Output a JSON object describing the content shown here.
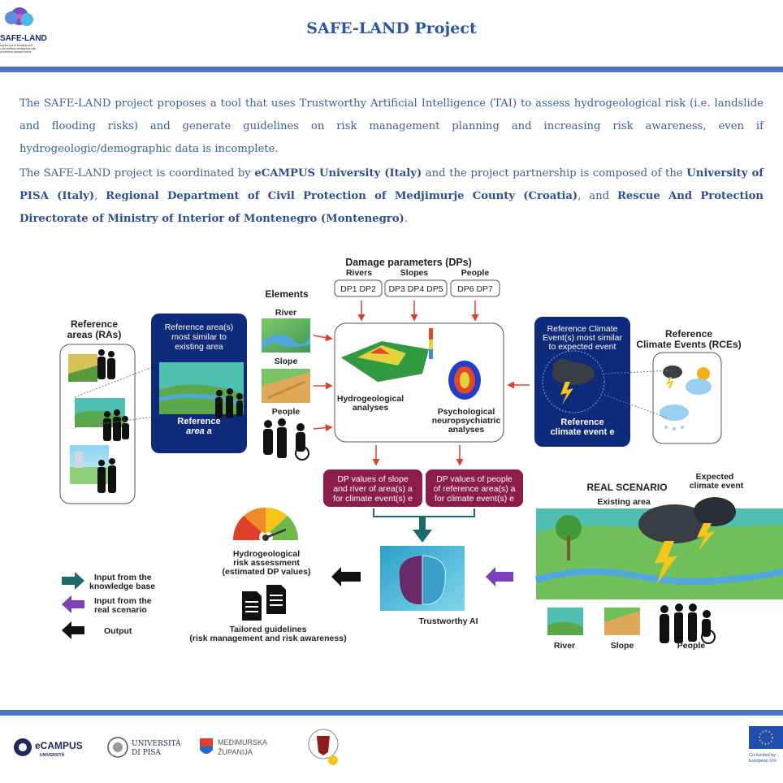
{
  "header": {
    "title": "SAFE-LAND Project",
    "logo_text": "SAFE-LAND",
    "logo_tagline": [
      "ing the risk of flooding and",
      "s via artificial intelligence with",
      "to extreme climate events"
    ]
  },
  "intro": {
    "p1": "The SAFE-LAND project proposes a tool that uses Trustworthy Artificial Intelligence (TAI) to assess hydrogeological risk (i.e. landslide and flooding risks) and generate guidelines on risk management planning and increasing risk awareness, even if hydrogeologic/demographic data is incomplete.",
    "p2_a": "The SAFE-LAND project is coordinated by ",
    "p2_b": "eCAMPUS University (Italy)",
    "p2_c": " and the project partnership is composed of the ",
    "p2_d": "University of PISA (Italy)",
    "p2_e": ", ",
    "p2_f": "Regional Department of Civil Protection of Medjimurje County (Croatia)",
    "p2_g": ", and ",
    "p2_h": "Rescue And Protection Directorate of Ministry of Interior of Montenegro (Montenegro)",
    "p2_i": "."
  },
  "diagram": {
    "dp_title": "Damage parameters (DPs)",
    "dp_groups": [
      {
        "name": "Rivers",
        "items": "DP1 DP2"
      },
      {
        "name": "Slopes",
        "items": "DP3 DP4 DP5"
      },
      {
        "name": "People",
        "items": "DP6 DP7"
      }
    ],
    "elements_title": "Elements",
    "elements": [
      "River",
      "Slope",
      "People"
    ],
    "ra_title": [
      "Reference",
      "areas (RAs)"
    ],
    "ra_box": [
      "Reference area(s)",
      "most similar to",
      "existing area"
    ],
    "ra_label": [
      "Reference",
      "area a"
    ],
    "hydro": [
      "Hydrogeological",
      "analyses"
    ],
    "psych": [
      "Psychological",
      "neuropsychiatric",
      "analyses"
    ],
    "rce_box": [
      "Reference Climate",
      "Event(s) most similar",
      "to expected event"
    ],
    "rce_label": [
      "Reference",
      "climate event e"
    ],
    "rce_title": [
      "Reference",
      "Climate Events (RCEs)"
    ],
    "dp_slope_river": [
      "DP values of slope",
      "and river of area(s) a",
      "for climate event(s) e"
    ],
    "dp_people": [
      "DP values of people",
      "of reference area(s) a",
      "for climate event(s) e"
    ],
    "real_title": "REAL SCENARIO",
    "existing_area": "Existing area",
    "expected_event": [
      "Expected",
      "climate event"
    ],
    "real_elements": [
      "River",
      "Slope",
      "People"
    ],
    "tai": "Trustworthy AI",
    "risk": [
      "Hydrogeological",
      "risk assessment",
      "(estimated DP values)"
    ],
    "guidelines": [
      "Tailored guidelines",
      "(risk management and risk awareness)"
    ],
    "legend": [
      {
        "label": [
          "Input from the",
          "knowledge base"
        ],
        "color": "#1f6b6b"
      },
      {
        "label": [
          "Input from the",
          "real scenario"
        ],
        "color": "#7b3fb8"
      },
      {
        "label": [
          "Output"
        ],
        "color": "#111111"
      }
    ],
    "colors": {
      "navy": "#0e2a7a",
      "maroon": "#8c1c4a",
      "red_arrow": "#e0402a",
      "teal": "#1f6b6b",
      "purple": "#7b3fb8"
    }
  },
  "footer": {
    "partners": [
      "eCAMPUS",
      "UNIVERSITÀ",
      "UNIVERSITÀ",
      "DI PISA",
      "MEĐIMURSKA",
      "ŽUPANIJA"
    ],
    "eu_text": [
      "Co-funded by",
      "European Uni"
    ]
  }
}
